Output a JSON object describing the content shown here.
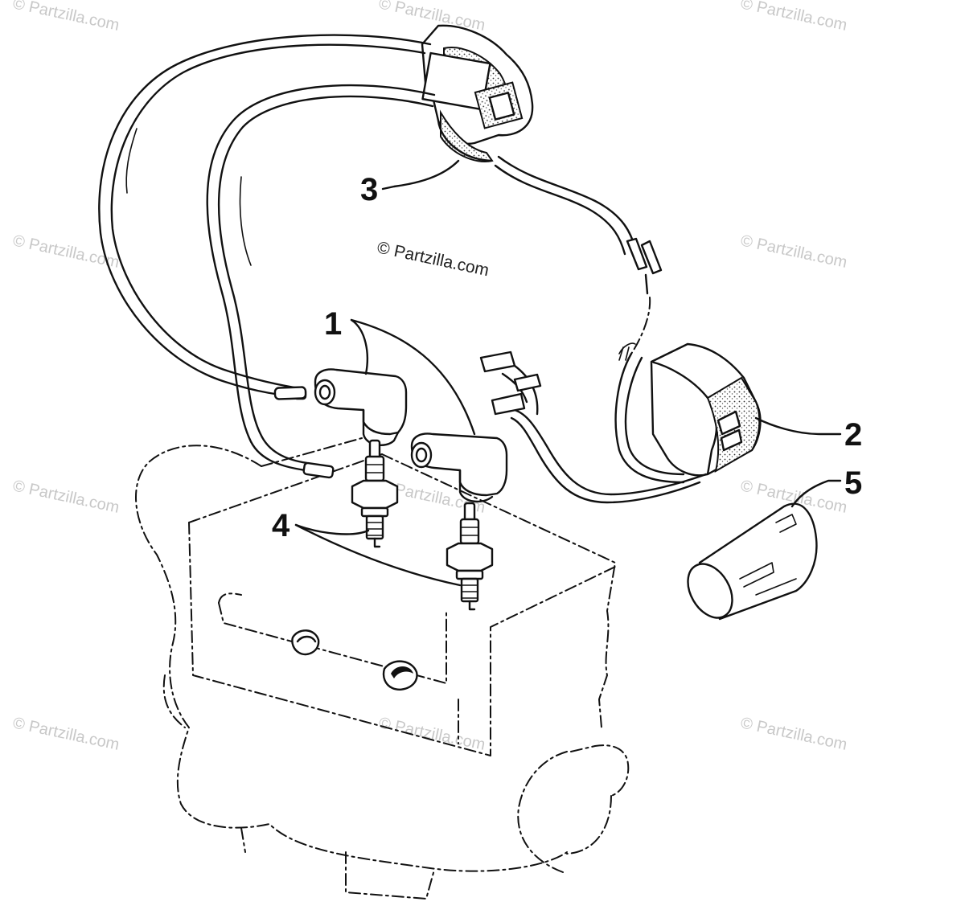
{
  "diagram": {
    "copyright": "© Partzilla.com",
    "watermark_text": "© Partzilla.com",
    "callouts": [
      {
        "id": "1",
        "label": "1"
      },
      {
        "id": "2",
        "label": "2"
      },
      {
        "id": "3",
        "label": "3"
      },
      {
        "id": "4",
        "label": "4"
      },
      {
        "id": "5",
        "label": "5"
      }
    ],
    "colors": {
      "ink": "#111111",
      "watermark": "#c8c8c8",
      "background": "#ffffff"
    }
  }
}
